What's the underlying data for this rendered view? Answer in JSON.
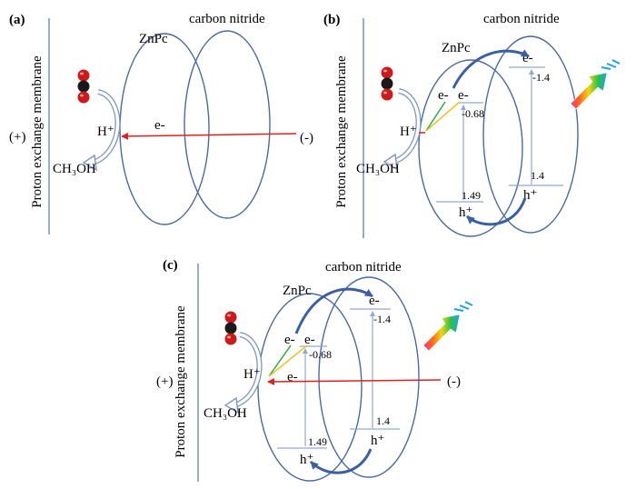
{
  "membrane_label": "Proton exchange membrane",
  "labels": {
    "znpc": "ZnPc",
    "carbon_nitride": "carbon nitride",
    "plus": "(+)",
    "minus": "(-)",
    "proton": "H⁺",
    "methanol": "CH₃OH",
    "electron": "e-",
    "hole": "h⁺"
  },
  "energy_levels": {
    "znpc_cb": "-0.68",
    "znpc_vb": "1.49",
    "cn_cb": "-1.4",
    "cn_vb": "1.4"
  },
  "panels": {
    "a": "(a)",
    "b": "(b)",
    "c": "(c)"
  },
  "colors": {
    "circle": "#4a6aa3",
    "electron_flow": "#e02020",
    "charge_arrow": "#3b5fa5",
    "oxygen": "#cc1a1a",
    "carbon": "#1a1a1a"
  },
  "icons": [
    "co2-molecule-icon",
    "light-source-icon"
  ]
}
